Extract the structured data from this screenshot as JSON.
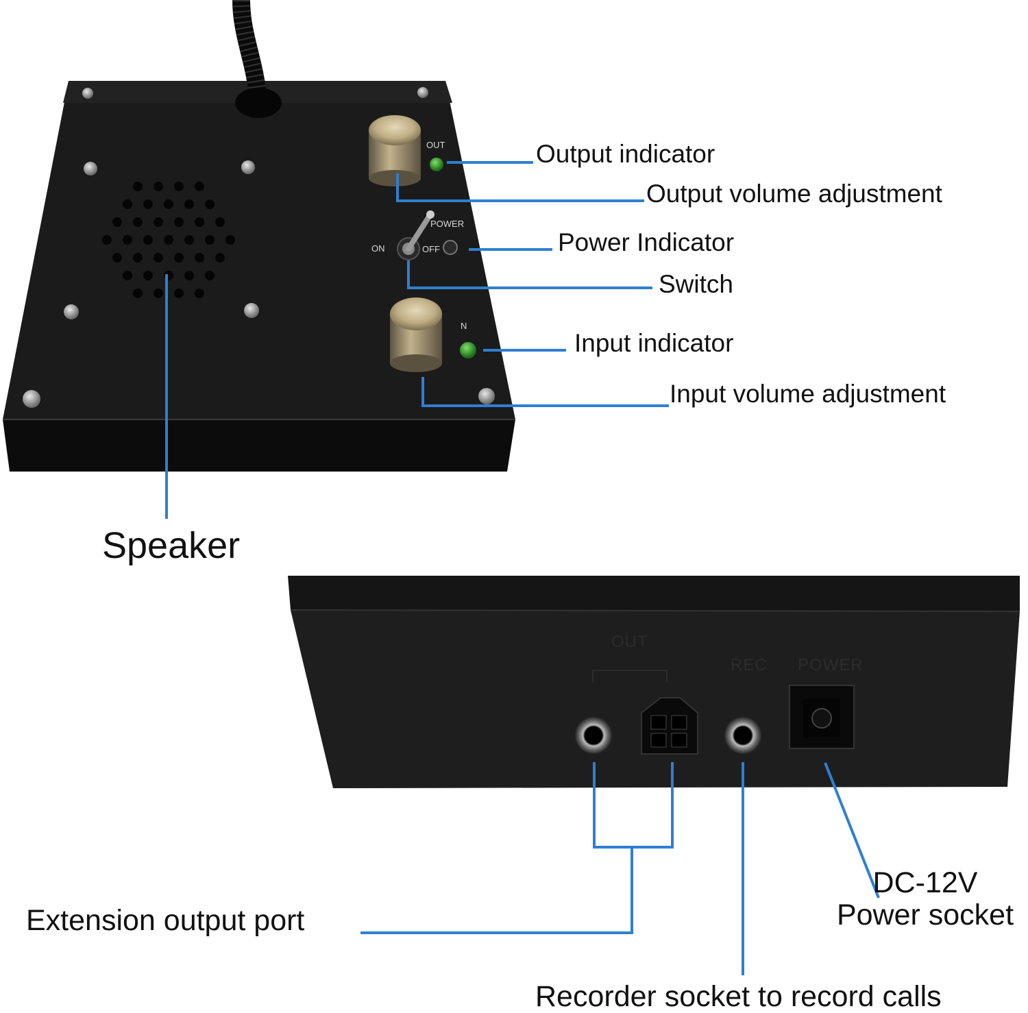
{
  "device_labels": {
    "out": "OUT",
    "power": "POWER",
    "on": "ON",
    "off": "OFF",
    "in_partial": "N",
    "rear_out": "OUT",
    "rear_rec": "REC",
    "rear_power": "POWER"
  },
  "callouts": {
    "output_indicator": "Output indicator",
    "output_volume": "Output volume adjustment",
    "power_indicator": "Power Indicator",
    "switch": "Switch",
    "input_indicator": "Input indicator",
    "input_volume": "Input volume adjustment",
    "speaker": "Speaker",
    "extension_output": "Extension output port",
    "dc_line1": "DC-12V",
    "dc_line2": "Power socket",
    "recorder_socket": "Recorder socket to record calls"
  },
  "colors": {
    "leader_line": "#2f7fd0",
    "device_body": "#141414",
    "led_green": "#2e9a2a",
    "knob_brass": "#b8a47c"
  }
}
